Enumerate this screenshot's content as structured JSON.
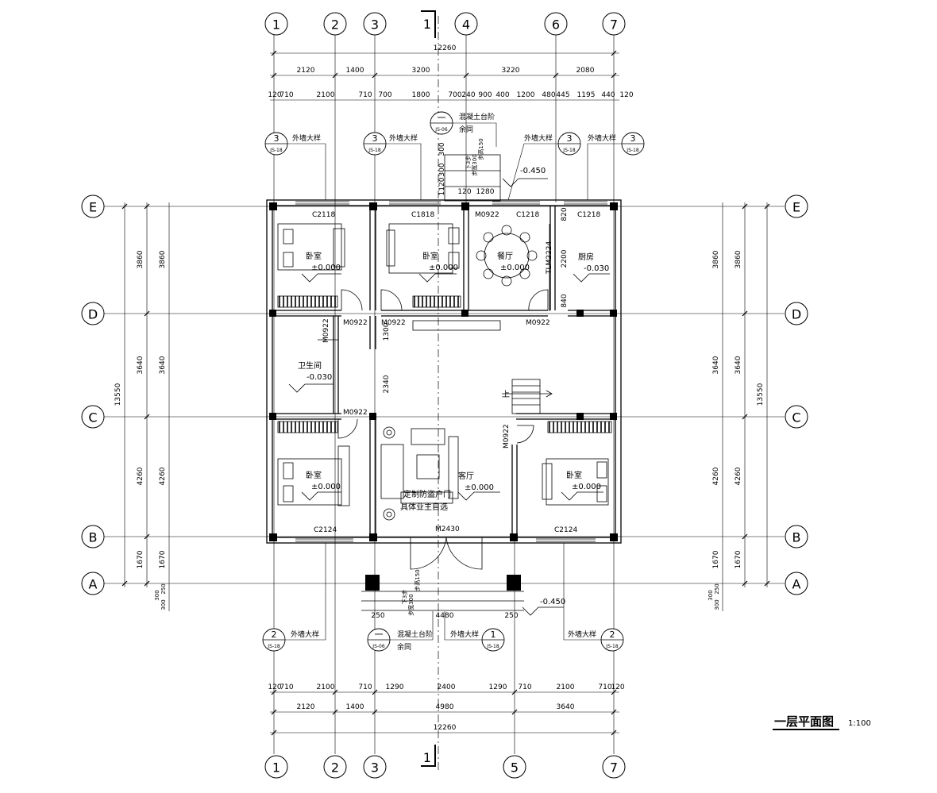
{
  "title": {
    "main": "一层平面图",
    "scale": "1:100"
  },
  "axes": {
    "top": [
      "1",
      "2",
      "3",
      "4",
      "6",
      "7"
    ],
    "bottom": [
      "1",
      "2",
      "3",
      "5",
      "7"
    ],
    "left": [
      "E",
      "D",
      "C",
      "B",
      "A"
    ],
    "right": [
      "E",
      "D",
      "C",
      "B",
      "A"
    ]
  },
  "section_mark": "1",
  "dims_top": {
    "total": "12260",
    "row2": [
      "2120",
      "1400",
      "3200",
      "3220",
      "2080"
    ],
    "row3": [
      "120",
      "710",
      "2100",
      "710",
      "700",
      "1800",
      "700",
      "240",
      "900",
      "400",
      "1200",
      "480",
      "445",
      "1195",
      "440",
      "120"
    ]
  },
  "dims_bottom": {
    "total": "12260",
    "row2": [
      "2120",
      "1400",
      "4980",
      "3640"
    ],
    "row3": [
      "120",
      "710",
      "2100",
      "710",
      "1290",
      "2400",
      "1290",
      "710",
      "2100",
      "710",
      "120"
    ]
  },
  "dims_left": {
    "total": "13550",
    "outer": [
      "3860",
      "3640",
      "4260",
      "1670"
    ],
    "inner": [
      "3860",
      "3640",
      "4260",
      "1670"
    ],
    "steps": [
      "250",
      "300",
      "300"
    ]
  },
  "dims_right": {
    "total": "13550",
    "outer": [
      "3860",
      "3640",
      "4260",
      "1670"
    ],
    "inner": [
      "3860",
      "3640",
      "4260",
      "1670"
    ],
    "steps": [
      "250",
      "300",
      "300"
    ]
  },
  "interior_dims": [
    "1120",
    "300",
    "300",
    "120",
    "1280",
    "820",
    "2200",
    "840",
    "1300",
    "2340"
  ],
  "rooms": {
    "bedroom": "卧室",
    "dining": "餐厅",
    "kitchen": "厨房",
    "bathroom": "卫生间",
    "living": "客厅",
    "level_000": "±0.000",
    "level_030": "-0.030",
    "level_450": "-0.450"
  },
  "codes": {
    "c2118": "C2118",
    "c1818": "C1818",
    "c1218": "C1218",
    "c2124": "C2124",
    "m0922": "M0922",
    "m2430": "M2430",
    "tlm2224": "TLM2224"
  },
  "notes": {
    "wall_detail": "外墙大样",
    "concrete_steps": "混凝土台阶",
    "remaining": "余同",
    "step_down": "下3步",
    "step_width": "步宽300",
    "step_height": "步高150",
    "door_note1": "定制防盗户门",
    "door_note2": "具体业主自选",
    "up": "上",
    "ref_js18": "JS-18",
    "ref_js06": "JS-06",
    "ref_3": "3",
    "ref_2": "2",
    "ref_1": "1",
    "ref_dash": "一"
  }
}
